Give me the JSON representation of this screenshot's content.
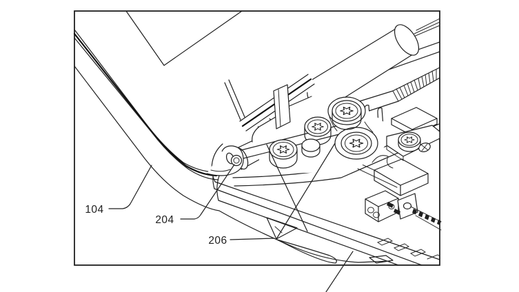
{
  "figure": {
    "background_color": "#ffffff",
    "ink_color": "#1f1f1f",
    "labels": [
      {
        "text": "104"
      },
      {
        "text": "204"
      },
      {
        "text": "206"
      }
    ]
  }
}
